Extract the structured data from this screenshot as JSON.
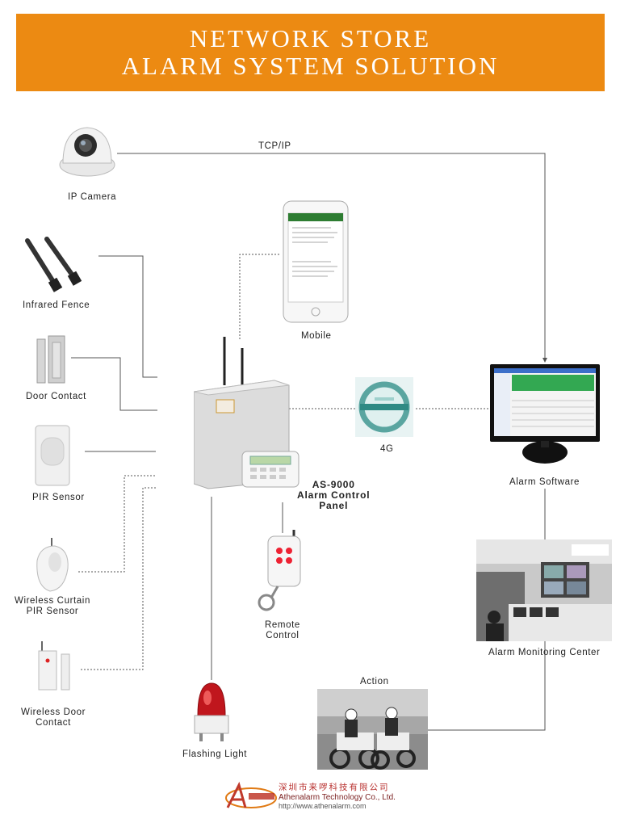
{
  "banner": {
    "line1": "Network Store",
    "line2": "Alarm System Solution"
  },
  "links": {
    "tcp_ip": "TCP/IP"
  },
  "devices": {
    "ip_camera": "IP Camera",
    "infrared_fence": "Infrared Fence",
    "door_contact": "Door Contact",
    "pir_sensor": "PIR Sensor",
    "wireless_curtain_line1": "Wireless Curtain",
    "wireless_curtain_line2": "PIR Sensor",
    "wireless_door_line1": "Wireless Door",
    "wireless_door_line2": "Contact",
    "mobile": "Mobile",
    "panel_line1": "AS-9000",
    "panel_line2": "Alarm Control",
    "panel_line3": "Panel",
    "network_4g": "4G",
    "alarm_software": "Alarm Software",
    "remote_line1": "Remote",
    "remote_line2": "Control",
    "monitoring_center": "Alarm Monitoring Center",
    "action": "Action",
    "flashing_light": "Flashing Light"
  },
  "logo": {
    "chinese": "深圳市来啰科技有限公司",
    "company": "Athenalarm Technology Co., Ltd.",
    "url": "http://www.athenalarm.com"
  },
  "colors": {
    "banner": "#ec8a12",
    "wire": "#555555"
  }
}
